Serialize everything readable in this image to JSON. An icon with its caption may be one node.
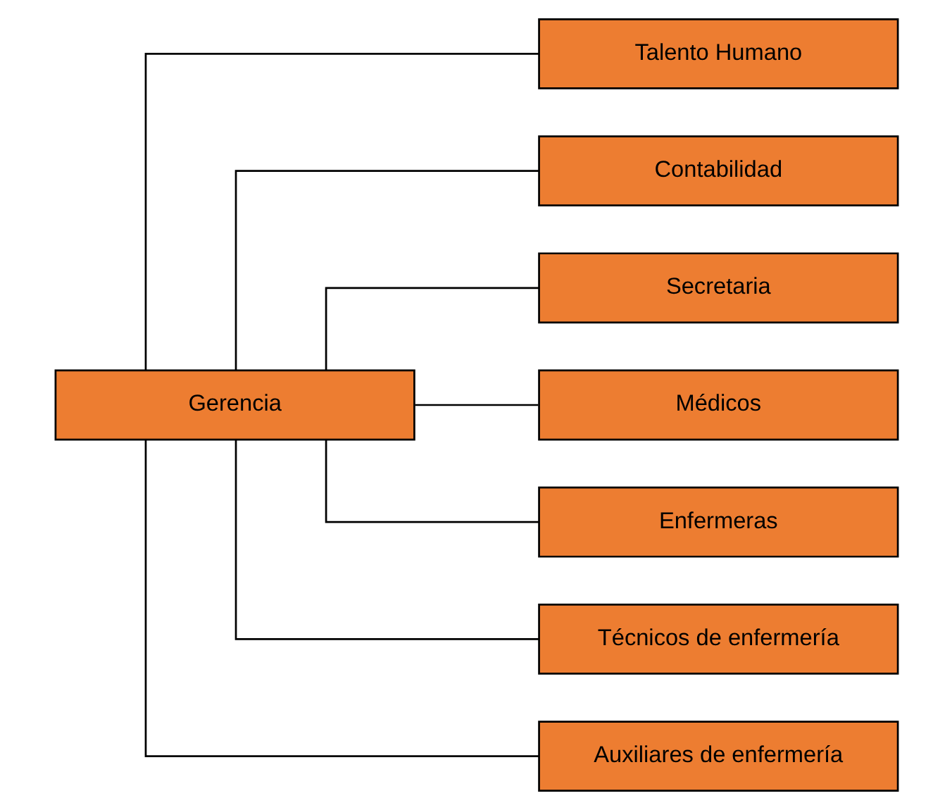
{
  "diagram": {
    "nodes": [
      {
        "text": [
          "Gerencia"
        ]
      },
      {
        "text": [
          "Talento Humano"
        ]
      },
      {
        "text": [
          "Contabilidad"
        ]
      },
      {
        "text": [
          "Secretaria"
        ]
      },
      {
        "text": [
          "Médicos"
        ]
      },
      {
        "text": [
          "Enfermeras"
        ]
      },
      {
        "text": [
          "Técnicos de enfermería"
        ]
      },
      {
        "text": [
          "Auxiliares de enfermería"
        ]
      }
    ],
    "edges": [
      {
        "from": 0,
        "to": 1,
        "arrow": "none"
      },
      {
        "from": 0,
        "to": 2,
        "arrow": "none"
      },
      {
        "from": 0,
        "to": 3,
        "arrow": "none"
      },
      {
        "from": 0,
        "to": 4,
        "arrow": "none"
      },
      {
        "from": 0,
        "to": 5,
        "arrow": "none"
      },
      {
        "from": 0,
        "to": 6,
        "arrow": "none"
      },
      {
        "from": 0,
        "to": 7,
        "arrow": "none"
      }
    ]
  }
}
